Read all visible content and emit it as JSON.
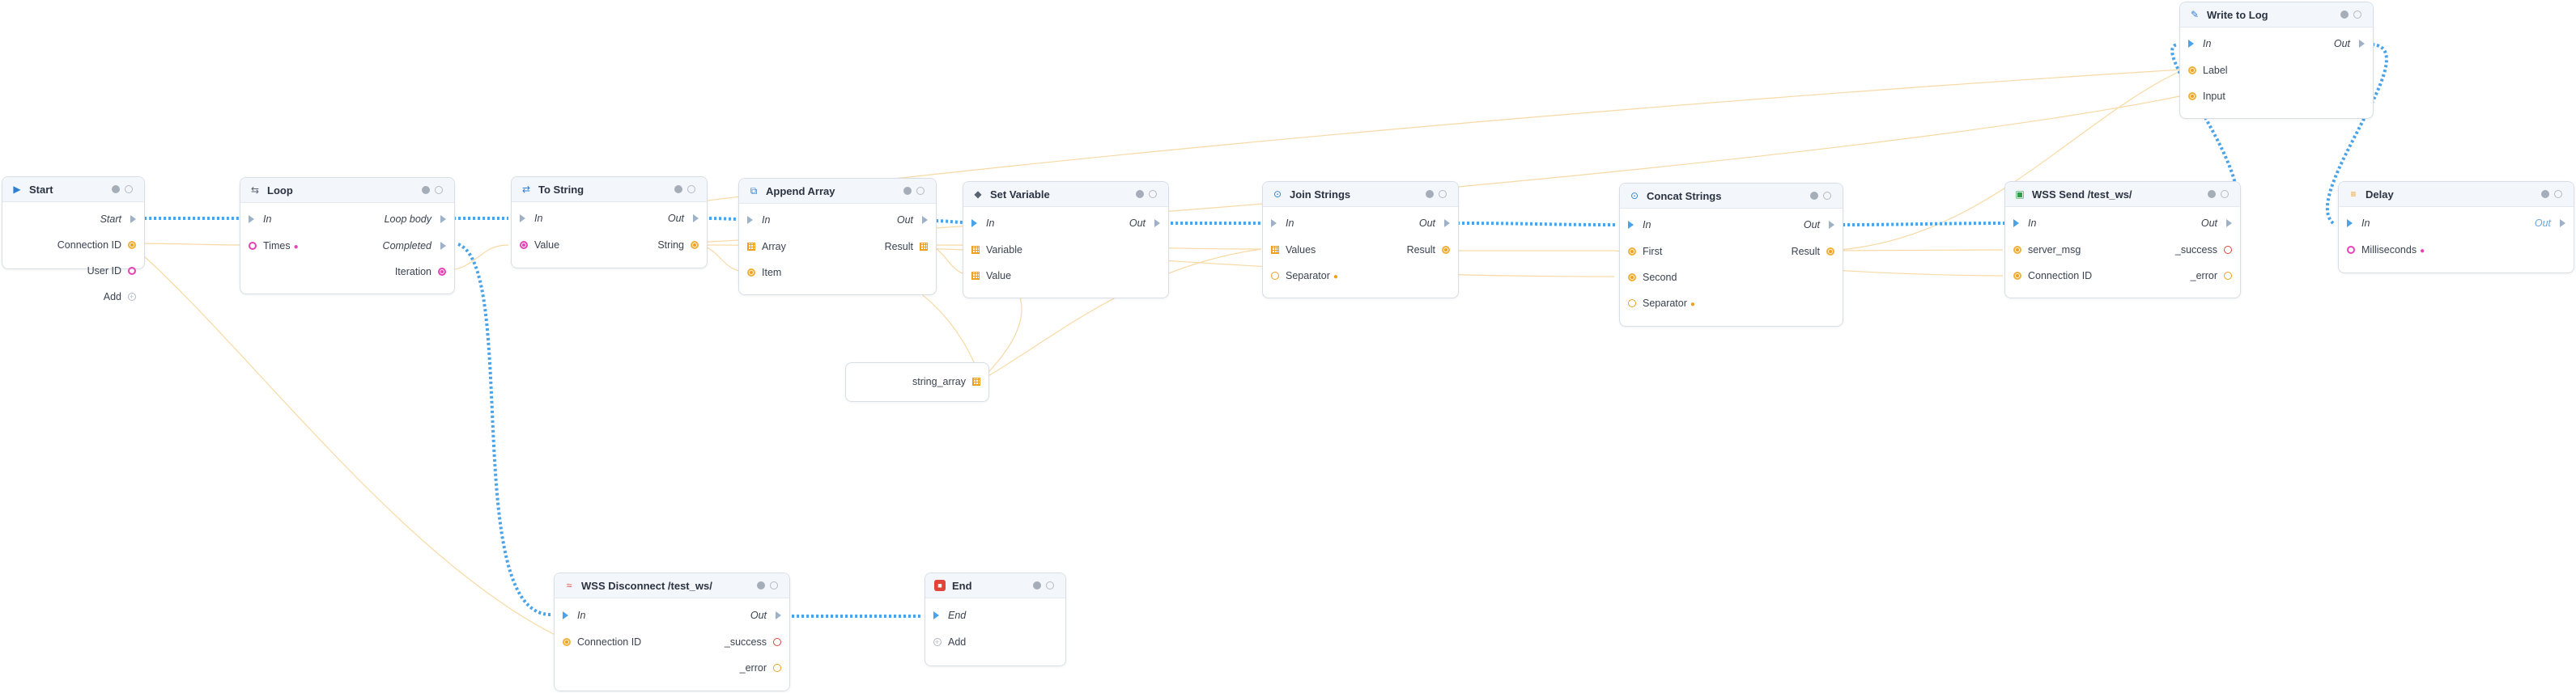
{
  "colors": {
    "exec_active": "#4aa3e8",
    "data_wire": "#f8d9a3",
    "optional_pin": "#f0a020",
    "required_pin": "#e542b7",
    "error_pin": "#e0443a",
    "header_bg": "#f3f7fc"
  },
  "nodes": {
    "start": {
      "title": "Start",
      "icon": "play-icon",
      "out_start": "Start",
      "connection_id": "Connection ID",
      "user_id": "User ID",
      "add": "Add"
    },
    "loop": {
      "title": "Loop",
      "icon": "loop-icon",
      "in": "In",
      "times": "Times",
      "loop_body": "Loop body",
      "completed": "Completed",
      "iteration": "Iteration"
    },
    "to_string": {
      "title": "To String",
      "icon": "convert-icon",
      "in": "In",
      "value": "Value",
      "out": "Out",
      "string": "String"
    },
    "append_array": {
      "title": "Append Array",
      "icon": "append-icon",
      "in": "In",
      "array": "Array",
      "item": "Item",
      "out": "Out",
      "result": "Result"
    },
    "set_variable": {
      "title": "Set Variable",
      "icon": "variable-icon",
      "in": "In",
      "variable": "Variable",
      "value": "Value",
      "out": "Out"
    },
    "join_strings": {
      "title": "Join Strings",
      "icon": "join-icon",
      "in": "In",
      "values": "Values",
      "separator": "Separator",
      "out": "Out",
      "result": "Result"
    },
    "concat_strings": {
      "title": "Concat Strings",
      "icon": "concat-icon",
      "in": "In",
      "first": "First",
      "second": "Second",
      "separator": "Separator",
      "out": "Out",
      "result": "Result"
    },
    "wss_send": {
      "title": "WSS Send /test_ws/",
      "icon": "send-icon",
      "in": "In",
      "server_msg": "server_msg",
      "connection_id": "Connection ID",
      "out": "Out",
      "success": "_success",
      "error": "_error"
    },
    "write_log": {
      "title": "Write to Log",
      "icon": "pencil-icon",
      "in": "In",
      "label": "Label",
      "input": "Input",
      "out": "Out"
    },
    "delay": {
      "title": "Delay",
      "icon": "delay-icon",
      "in": "In",
      "milliseconds": "Milliseconds",
      "out": "Out"
    },
    "wss_disconnect": {
      "title": "WSS Disconnect /test_ws/",
      "icon": "disconnect-icon",
      "in": "In",
      "connection_id": "Connection ID",
      "out": "Out",
      "success": "_success",
      "error": "_error"
    },
    "end": {
      "title": "End",
      "icon": "stop-icon",
      "in_end": "End",
      "add": "Add"
    },
    "string_array": {
      "label": "string_array"
    }
  }
}
